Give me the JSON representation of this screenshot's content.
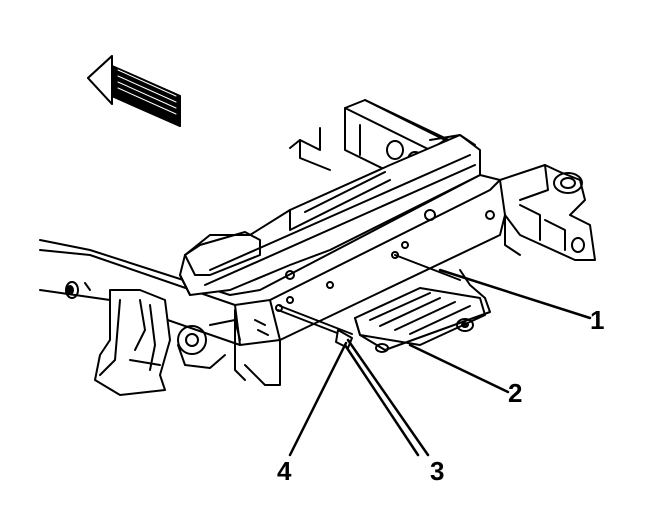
{
  "figure": {
    "callouts": [
      {
        "id": "1",
        "label": "1"
      },
      {
        "id": "2",
        "label": "2"
      },
      {
        "id": "3",
        "label": "3"
      },
      {
        "id": "4",
        "label": "4"
      }
    ],
    "direction_arrow": "forward-arrow-icon",
    "line_color": "#000000",
    "background_color": "#ffffff"
  }
}
